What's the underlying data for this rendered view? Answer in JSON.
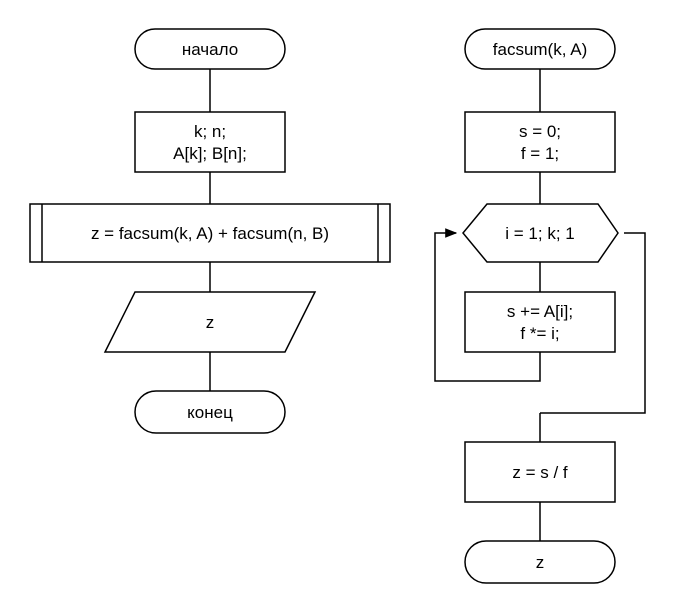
{
  "main_flow": {
    "start": "начало",
    "declare_line1": "k; n;",
    "declare_line2": "A[k]; B[n];",
    "call": "z = facsum(k, A) + facsum(n, B)",
    "output": "z",
    "end": "конец"
  },
  "function_flow": {
    "start": "facsum(k, A)",
    "init_line1": "s = 0;",
    "init_line2": "f = 1;",
    "loop": "i = 1; k; 1",
    "body_line1": "s += A[i];",
    "body_line2": "f *= i;",
    "assign": "z = s / f",
    "return": "z"
  },
  "colors": {
    "stroke": "#000000",
    "fill": "#ffffff",
    "text": "#000000"
  }
}
